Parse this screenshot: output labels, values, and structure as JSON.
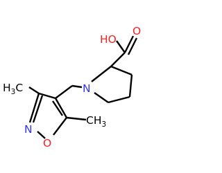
{
  "colors": {
    "carbon_bond": "#000000",
    "nitrogen": "#3333ff",
    "oxygen": "#ff2020"
  },
  "atoms": {
    "hydroxyl": "HO",
    "carbonyl_oxygen": "O",
    "pyrrolidine_nitrogen": "N",
    "methyl_3": "H3C",
    "methyl_3_prefix": "H",
    "methyl_3_sub": "3",
    "methyl_3_suffix": "C",
    "methyl_5": "CH3",
    "methyl_5_prefix": "CH",
    "methyl_5_sub": "3",
    "isoxazole_nitrogen": "N",
    "isoxazole_oxygen": "O"
  }
}
